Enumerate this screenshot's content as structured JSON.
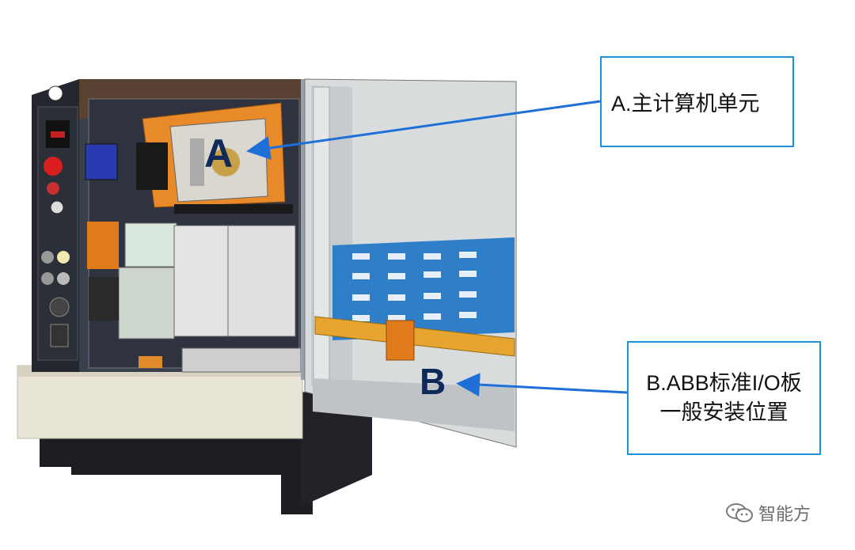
{
  "callouts": {
    "a": {
      "label": "A.主计算机单元"
    },
    "b": {
      "line1": "B.ABB标准I/O板",
      "line2": "一般安装位置"
    }
  },
  "markers": {
    "a": "A",
    "b": "B"
  },
  "watermark": {
    "text": "智能方",
    "icon": "wechat-icon"
  },
  "colors": {
    "callout_border": "#1e90d8",
    "arrow": "#1e6fd8",
    "letter": "#0f2a5a",
    "cabinet_orange": "#e88a2a",
    "plate_blue": "#2f7fc8"
  }
}
